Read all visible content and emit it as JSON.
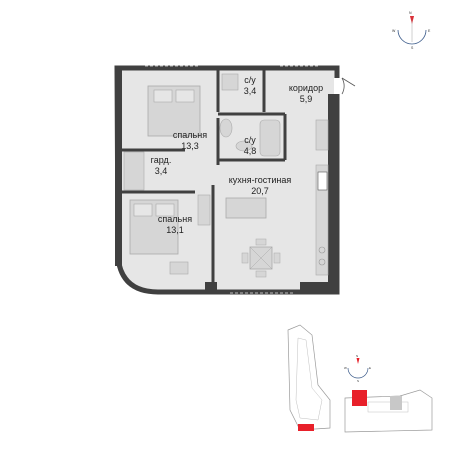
{
  "rooms": [
    {
      "name": "с/у",
      "area": "3,4"
    },
    {
      "name": "коридор",
      "area": "5,9"
    },
    {
      "name": "спальня",
      "area": "13,3"
    },
    {
      "name": "с/у",
      "area": "4,8"
    },
    {
      "name": "гард.",
      "area": "3,4"
    },
    {
      "name": "кухня-гостиная",
      "area": "20,7"
    },
    {
      "name": "спальня",
      "area": "13,1"
    }
  ],
  "compass_top": {
    "letters": [
      "N",
      "E",
      "W",
      "S"
    ]
  },
  "compass_bottom": {
    "letters": [
      "N",
      "E",
      "W",
      "S"
    ]
  },
  "colors": {
    "floor": "#e6e6e6",
    "wall": "#404040",
    "highlight": "#e8202a",
    "building_outline": "#9a9a9a",
    "compass_accent": "#e8202a",
    "compass_ring": "#3a5a8a"
  }
}
